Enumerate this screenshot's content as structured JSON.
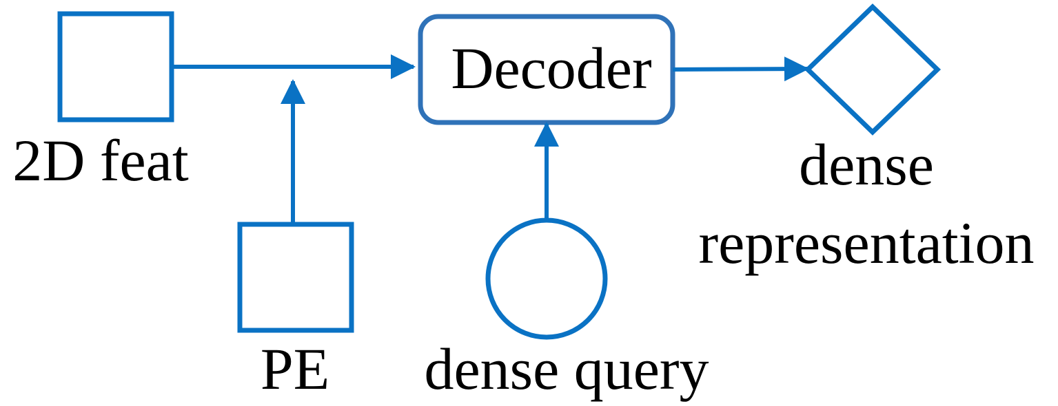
{
  "colors": {
    "stroke": "#0a72c4",
    "decoder_stroke": "#2f72b8",
    "text": "#000000",
    "background": "#ffffff"
  },
  "nodes": {
    "feat": {
      "label": "2D feat",
      "shape": "square"
    },
    "pe": {
      "label": "PE",
      "shape": "square"
    },
    "decoder": {
      "label": "Decoder",
      "shape": "rounded-rectangle"
    },
    "query": {
      "label": "dense query",
      "shape": "circle"
    },
    "output": {
      "label_line1": "dense",
      "label_line2": "representation",
      "shape": "diamond"
    }
  },
  "edges": [
    {
      "from": "2D feat",
      "to": "Decoder"
    },
    {
      "from": "PE",
      "to": "2D feat → Decoder edge"
    },
    {
      "from": "dense query",
      "to": "Decoder"
    },
    {
      "from": "Decoder",
      "to": "dense representation"
    }
  ]
}
